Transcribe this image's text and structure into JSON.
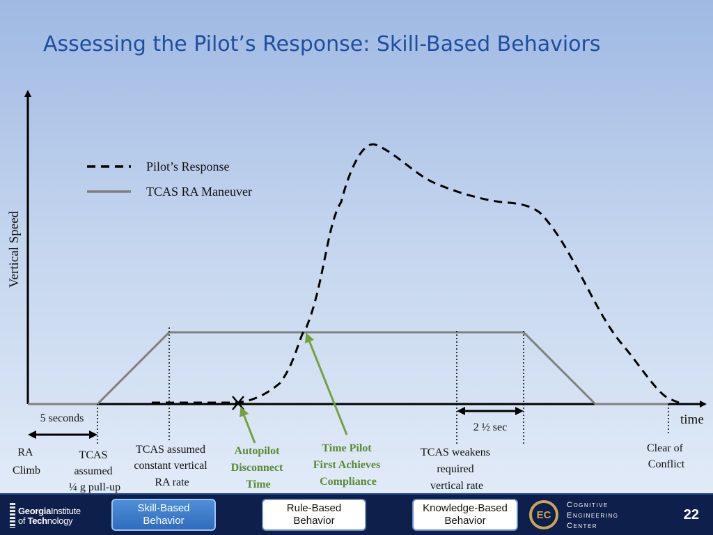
{
  "title": "Assessing the Pilot’s Response: Skill-Based Behaviors",
  "diagram": {
    "y_axis_label": "Vertical Speed",
    "x_axis_label": "time",
    "legend": {
      "pilot": "Pilot’s Response",
      "tcas": "TCAS RA Maneuver"
    },
    "measurements": {
      "five_seconds": "5 seconds",
      "two_half_sec": "2 ½ sec"
    },
    "events": {
      "ra_climb": [
        "RA",
        "Climb"
      ],
      "tcas_pullup": [
        "TCAS",
        "assumed",
        "¼ g pull-up"
      ],
      "constant_rate": [
        "TCAS assumed",
        "constant vertical",
        "RA rate"
      ],
      "autopilot": [
        "Autopilot",
        "Disconnect",
        "Time"
      ],
      "compliance": [
        "Time Pilot",
        "First Achieves",
        "Compliance"
      ],
      "tcas_weakens": [
        "TCAS weakens",
        "required",
        "vertical rate"
      ],
      "clear": [
        "Clear of",
        "Conflict"
      ]
    },
    "colors": {
      "tcas_line": "#808080",
      "pilot_line": "#000000",
      "annotation_arrow": "#76a03e"
    }
  },
  "footer": {
    "logo": {
      "line1_bold": "Georgia",
      "line1_light": "Institute",
      "line2_light": "of ",
      "line2_bold": "Tech",
      "line2_end": "nology"
    },
    "buttons": {
      "skill": "Skill-Based Behavior",
      "rule": "Rule-Based Behavior",
      "knowledge": "Knowledge-Based Behavior"
    },
    "cec": {
      "mark": "EC",
      "line1": "Cognitive",
      "line2": "Engineering",
      "line3": "Center"
    },
    "page_number": "22"
  }
}
